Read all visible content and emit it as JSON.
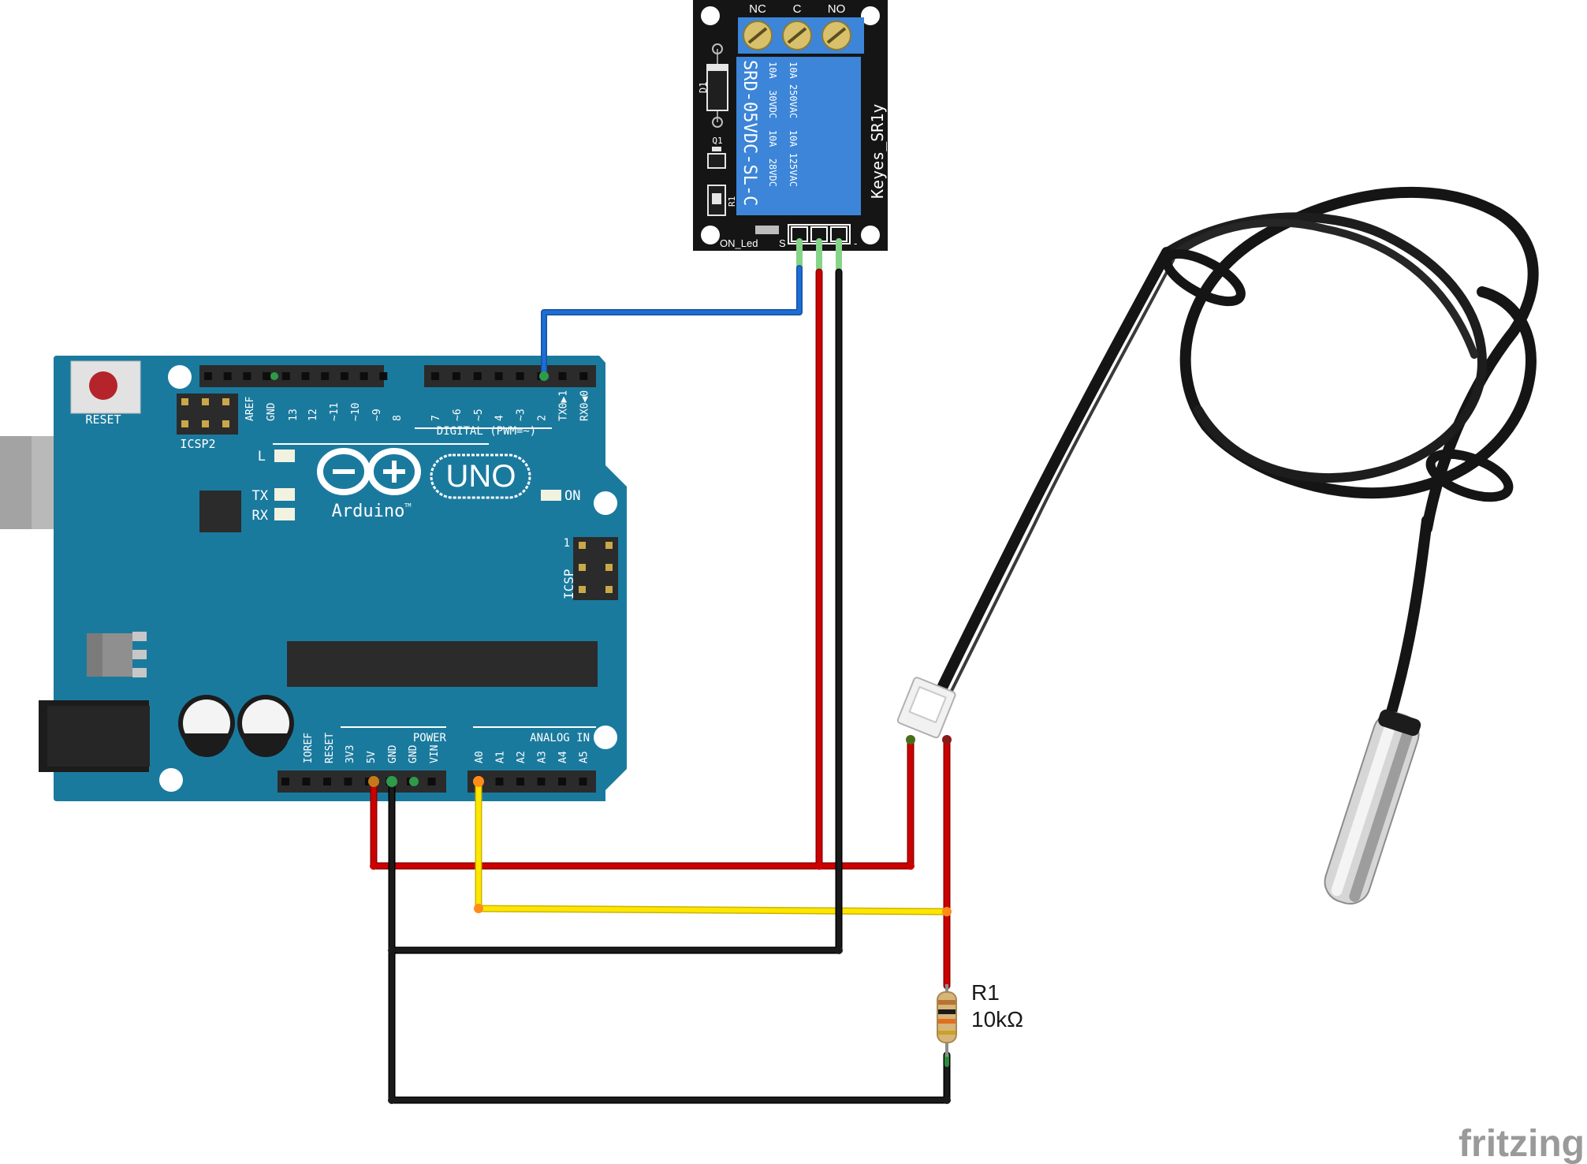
{
  "arduino": {
    "reset_label": "RESET",
    "icsp2_label": "ICSP2",
    "icsp_label": "ICSP",
    "icsp_pin1": "1",
    "digital_header_label": "DIGITAL (PWM=~)",
    "digital_pins": [
      "AREF",
      "GND",
      "13",
      "12",
      "~11",
      "~10",
      "~9",
      "8",
      "7",
      "~6",
      "~5",
      "4",
      "~3",
      "2",
      "TX0▶1",
      "RX0◀0"
    ],
    "led_l": "L",
    "led_tx": "TX",
    "led_rx": "RX",
    "led_on": "ON",
    "brand": "Arduino",
    "trademark": "TM",
    "model": "UNO",
    "power_label": "POWER",
    "analog_label": "ANALOG IN",
    "power_pins": [
      "IOREF",
      "RESET",
      "3V3",
      "5V",
      "GND",
      "GND",
      "VIN"
    ],
    "analog_pins": [
      "A0",
      "A1",
      "A2",
      "A3",
      "A4",
      "A5"
    ]
  },
  "relay": {
    "terminal_nc": "NC",
    "terminal_c": "C",
    "terminal_no": "NO",
    "part_number": "SRD-05VDC-SL-C",
    "rating_line1": "10A 250VAC  10A 125VAC",
    "rating_line2": "10A  30VDC  10A  28VDC",
    "brand": "Keyes_SR1y",
    "d1": "D1",
    "q1": "Q1",
    "r1": "R1",
    "on_led": "ON_Led",
    "pin_s": "S",
    "pin_minus": "-"
  },
  "resistor": {
    "ref": "R1",
    "value": "10kΩ"
  },
  "watermark": "fritzing",
  "colors": {
    "board": "#1a7a9e",
    "wire_red": "#cc0000",
    "wire_black": "#1a1a1a",
    "wire_yellow": "#ffe600",
    "wire_blue": "#1a6fd6",
    "relay_body": "#3c85d8"
  }
}
